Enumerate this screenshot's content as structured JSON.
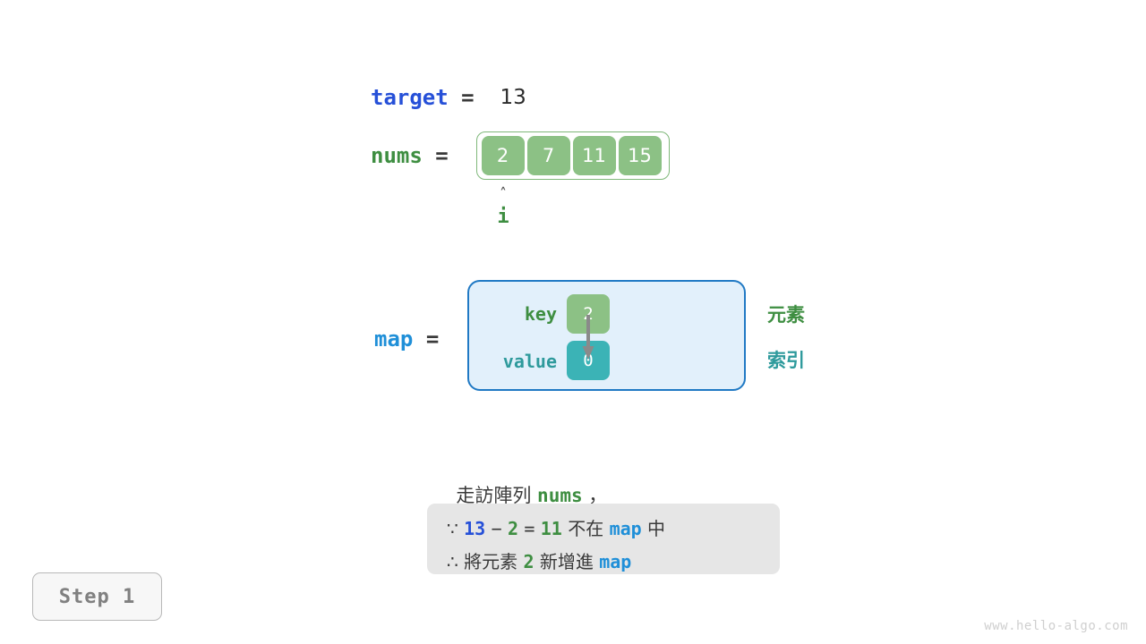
{
  "target": {
    "var_label": "target",
    "equals": "=",
    "value": "13"
  },
  "nums": {
    "var_label": "nums",
    "equals": "=",
    "cells": [
      "2",
      "7",
      "11",
      "15"
    ],
    "pointer": {
      "caret": "˄",
      "label": "i",
      "index": 0
    }
  },
  "map": {
    "var_label": "map",
    "equals": "=",
    "key_label": "key",
    "value_label": "value",
    "key_cell": "2",
    "value_cell": "0",
    "side_labels": {
      "element": "元素",
      "index": "索引"
    }
  },
  "caption": {
    "prefix": "走訪陣列 ",
    "code": "nums",
    "suffix": " ，"
  },
  "note": {
    "line1": {
      "sym": "∵",
      "a": "13",
      "minus": "−",
      "b": "2",
      "eq": "=",
      "result": "11",
      "mid": " 不在 ",
      "map": "map",
      "tail": " 中"
    },
    "line2": {
      "sym": "∴",
      "text1": " 將元素 ",
      "num": "2",
      "text2": " 新增進 ",
      "map": "map"
    }
  },
  "step_badge": "Step 1",
  "watermark": "www.hello-algo.com",
  "colors": {
    "target_blue": "#2650d8",
    "map_blue": "#1f8fd8",
    "nums_green": "#3e8e41",
    "cell_green": "#8cc185",
    "cell_teal": "#3bb3b6",
    "map_box_fill": "#e2f0fb",
    "map_box_border": "#2079c4",
    "note_box": "#e6e6e6"
  }
}
